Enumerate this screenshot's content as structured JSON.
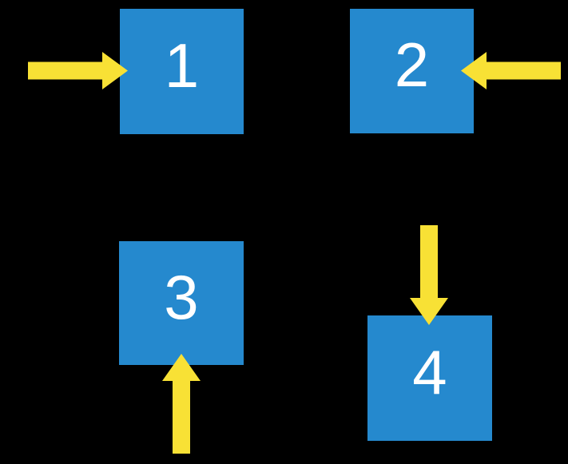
{
  "diagram": {
    "title": "numbered-squares-with-arrows",
    "background": "#000000",
    "colors": {
      "square_fill": "#2589CE",
      "arrow_fill": "#F8E135",
      "label_color": "#FFFFFF"
    },
    "squares": [
      {
        "label": "1",
        "arrow_icon": "arrow-right-icon",
        "arrow_points_at": "left-side"
      },
      {
        "label": "2",
        "arrow_icon": "arrow-left-icon",
        "arrow_points_at": "right-side"
      },
      {
        "label": "3",
        "arrow_icon": "arrow-up-icon",
        "arrow_points_at": "bottom-side"
      },
      {
        "label": "4",
        "arrow_icon": "arrow-down-icon",
        "arrow_points_at": "top-side"
      }
    ]
  }
}
